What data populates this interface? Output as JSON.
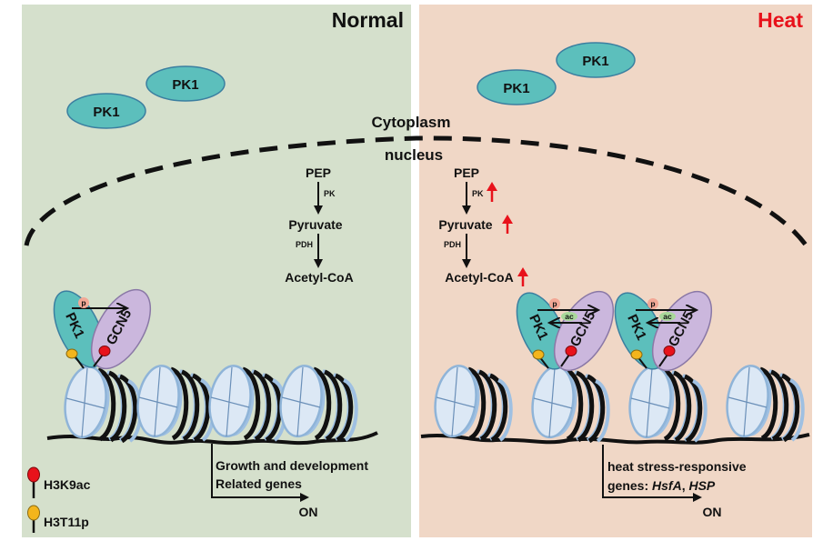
{
  "colors": {
    "normal_bg": "#d5e0cc",
    "heat_bg": "#f0d7c6",
    "pk1_fill": "#5cbfbc",
    "pk1_stroke": "#3b7fa0",
    "gcn5_fill": "#cbb7dd",
    "gcn5_stroke": "#8a78a6",
    "nucleosome_fill": "#dce8f5",
    "nucleosome_stroke": "#8fb4d8",
    "h3k9ac": "#e8121b",
    "h3t11p": "#f3b51c",
    "up_arrow": "#e8121b",
    "heat_title": "#e8121b",
    "p_badge": "#f2a896",
    "ac_badge": "#a9d89a"
  },
  "panels": {
    "normal": {
      "title": "Normal",
      "cytoplasm_pk1": [
        "PK1",
        "PK1"
      ],
      "pathway": {
        "metabolites": [
          "PEP",
          "Pyruvate",
          "Acetyl-CoA"
        ],
        "enzymes": [
          "PK",
          "PDH"
        ],
        "upregulated": false
      },
      "complex": {
        "pk1": "PK1",
        "gcn5": "GCN5",
        "modification": "p"
      },
      "gene_output": {
        "line1": "Growth and development",
        "line2": "Related genes",
        "status": "ON"
      }
    },
    "heat": {
      "title": "Heat",
      "cytoplasm_pk1": [
        "PK1",
        "PK1"
      ],
      "pathway": {
        "metabolites": [
          "PEP",
          "Pyruvate",
          "Acetyl-CoA"
        ],
        "enzymes": [
          "PK",
          "PDH"
        ],
        "upregulated": true
      },
      "complex": {
        "pk1": "PK1",
        "gcn5": "GCN5",
        "modification_forward": "p",
        "modification_reverse": "ac"
      },
      "gene_output": {
        "line1": "heat stress-responsive",
        "line2_prefix": "genes: ",
        "gene_a": "HsfA",
        "separator": ", ",
        "gene_b": "HSP",
        "status": "ON"
      }
    }
  },
  "membrane": {
    "outside": "Cytoplasm",
    "inside": "nucleus"
  },
  "legend": [
    {
      "label": "H3K9ac",
      "marker": "red-lollipop"
    },
    {
      "label": "H3T11p",
      "marker": "yellow-lollipop"
    }
  ]
}
